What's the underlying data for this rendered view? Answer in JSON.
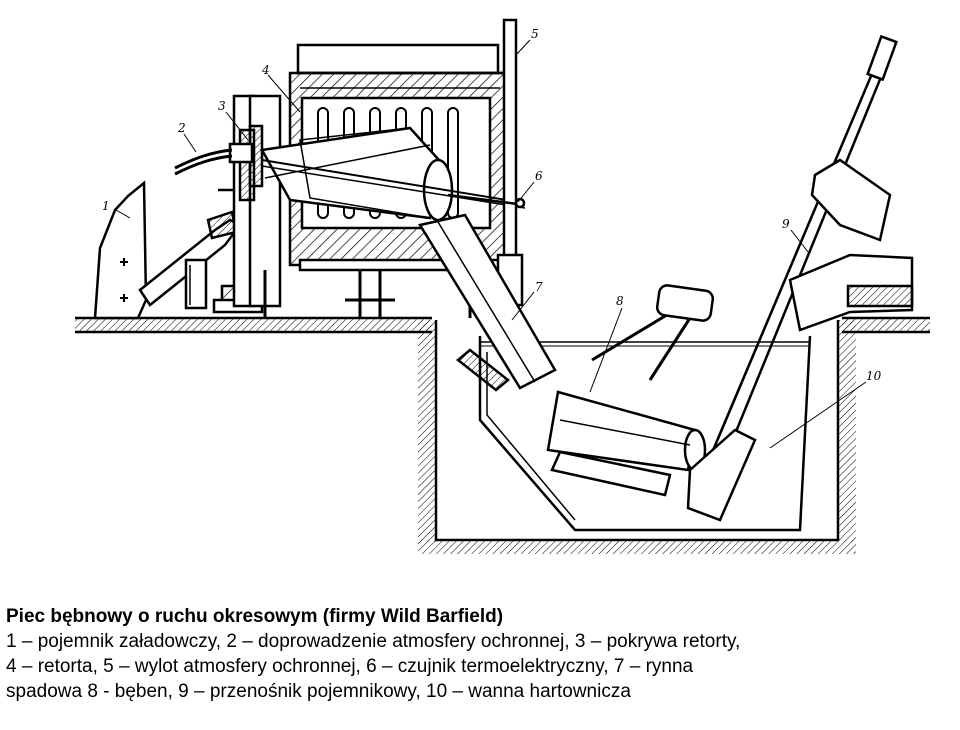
{
  "diagram": {
    "callouts": [
      "1",
      "2",
      "3",
      "4",
      "5",
      "6",
      "7",
      "8",
      "9",
      "10"
    ]
  },
  "caption": {
    "title": "Piec bębnowy o ruchu okresowym (firmy Wild Barfield)",
    "lines": [
      "1 – pojemnik załadowczy, 2 – doprowadzenie atmosfery ochronnej, 3 – pokrywa retorty,",
      "4 – retorta, 5 – wylot atmosfery ochronnej, 6 – czujnik termoelektryczny, 7 – rynna",
      "spadowa 8 -  bęben, 9 – przenośnik pojemnikowy, 10 – wanna hartownicza"
    ]
  }
}
